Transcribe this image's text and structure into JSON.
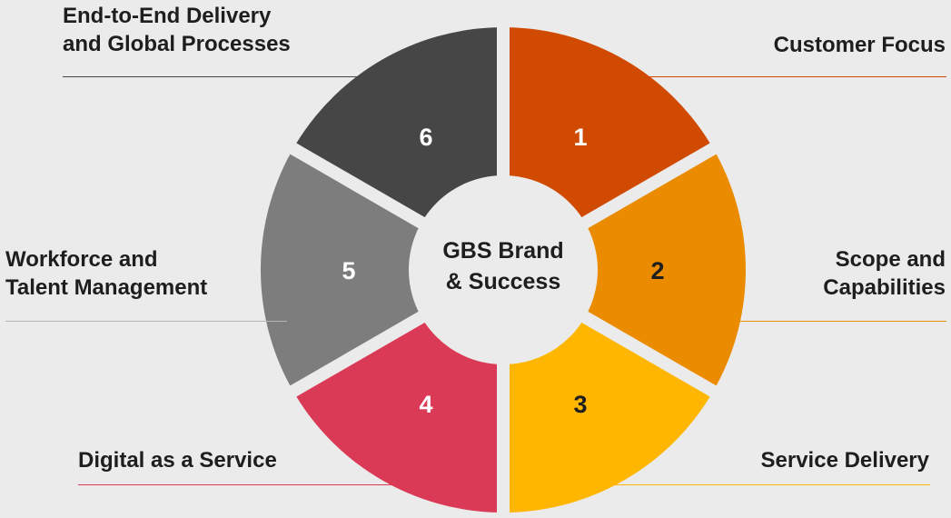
{
  "center": {
    "line1": "GBS Brand",
    "line2": "& Success"
  },
  "segments": [
    {
      "number": "1",
      "label_lines": [
        "Customer Focus"
      ],
      "color": "#d04a02",
      "number_color": "#ffffff",
      "rule_color": "#d04a02"
    },
    {
      "number": "2",
      "label_lines": [
        "Scope and",
        "Capabilities"
      ],
      "color": "#eb8c00",
      "number_color": "#1e1e1e",
      "rule_color": "#eb8c00"
    },
    {
      "number": "3",
      "label_lines": [
        "Service Delivery"
      ],
      "color": "#ffb600",
      "number_color": "#1e1e1e",
      "rule_color": "#ffb600"
    },
    {
      "number": "4",
      "label_lines": [
        "Digital as a Service"
      ],
      "color": "#db3a56",
      "number_color": "#ffffff",
      "rule_color": "#db3a56"
    },
    {
      "number": "5",
      "label_lines": [
        "Workforce and",
        "Talent Management"
      ],
      "color": "#7d7d7d",
      "number_color": "#ffffff",
      "rule_color": "#b5b5b5"
    },
    {
      "number": "6",
      "label_lines": [
        "End-to-End Delivery",
        "and Global Processes"
      ],
      "color": "#464646",
      "number_color": "#ffffff",
      "rule_color": "#464646"
    }
  ],
  "colors": {
    "background": "#ebebeb",
    "center_disc": "#ebebeb",
    "text": "#1e1e1e"
  }
}
